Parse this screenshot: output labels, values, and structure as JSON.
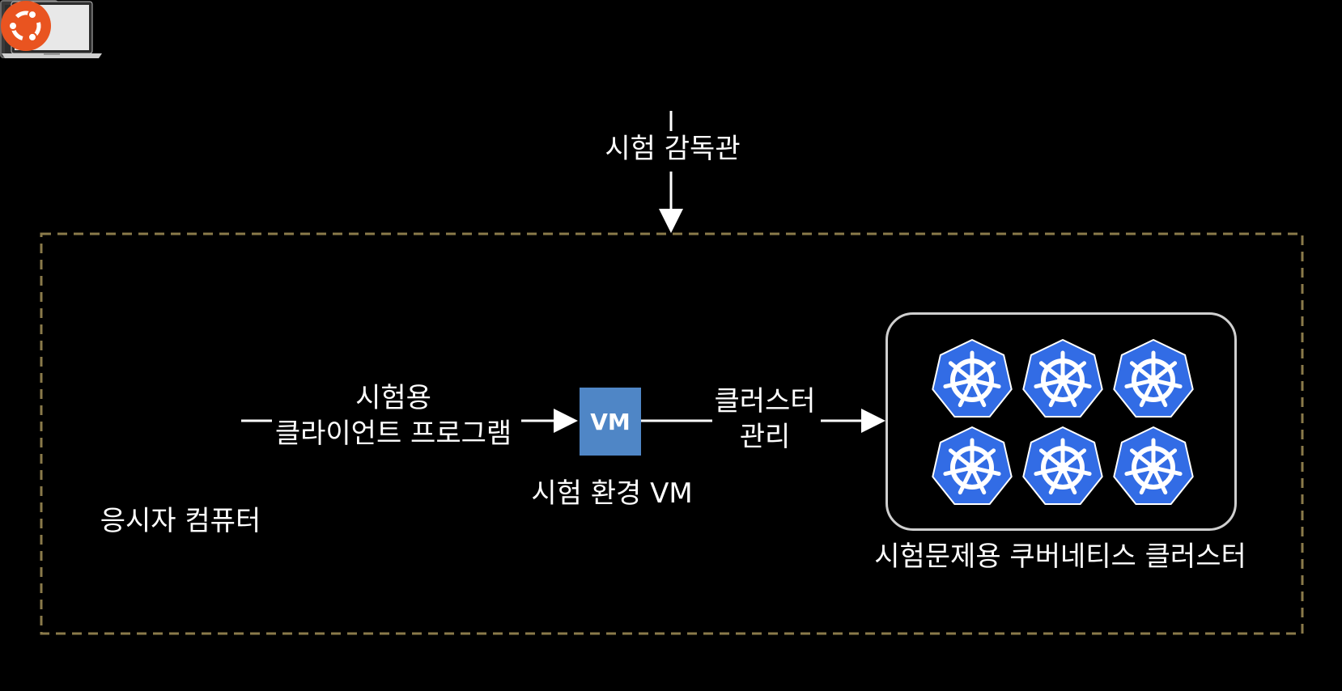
{
  "proctor": {
    "label": "시험 감독관",
    "icon": "user-silhouette-icon"
  },
  "laptop": {
    "label": "응시자 컴퓨터",
    "icon": "laptop-icon"
  },
  "client_program": {
    "lines": [
      "시험용",
      "클라이언트 프로그램"
    ]
  },
  "vm": {
    "badge_text": "VM",
    "label": "시험 환경 VM",
    "os_icon": "ubuntu-icon"
  },
  "cluster_management": {
    "lines": [
      "클러스터",
      "관리"
    ]
  },
  "cluster": {
    "label": "시험문제용 쿠버네티스 클러스터",
    "node_icon": "kubernetes-icon",
    "node_count": 6
  },
  "colors": {
    "background": "#000000",
    "boundary_dash": "#8a7a4a",
    "vm_blue": "#4f86c6",
    "ubuntu_orange": "#e95420",
    "kubernetes_blue": "#326ce5",
    "cluster_border": "#cfcfcf"
  }
}
